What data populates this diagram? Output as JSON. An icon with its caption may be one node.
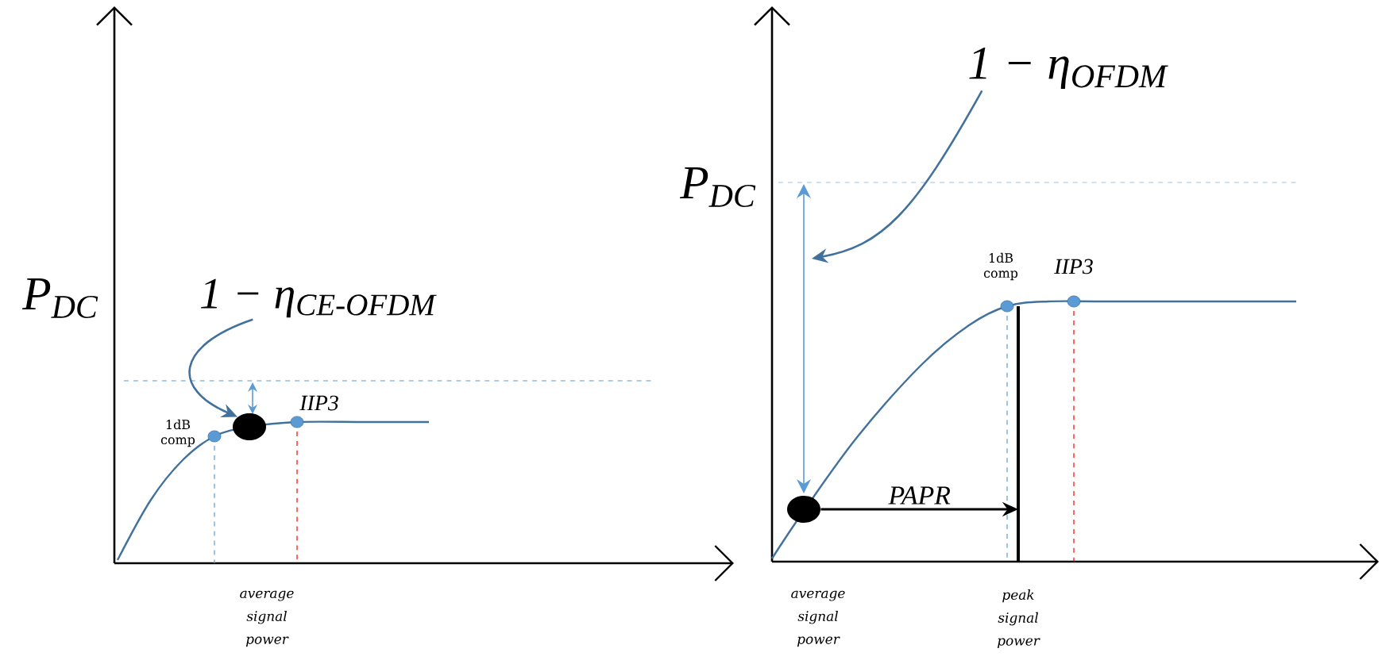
{
  "diagram": {
    "nodes": [
      {
        "text": [
          "1 − η$_{CE-OFDM}$"
        ]
      },
      {
        "text": [],
        "shape": "circle"
      },
      {
        "text": [
          "1 − η$_{OFDM}$"
        ]
      },
      {
        "text": [],
        "shape": "circle"
      }
    ],
    "edges": [
      {
        "from": 0,
        "to": 1,
        "arrow": "to"
      },
      {
        "from": 2,
        "to": null,
        "arrow": "to"
      },
      {
        "from": 3,
        "to": null,
        "arrow": "to",
        "label": "PAPR",
        "color": "#000000"
      }
    ],
    "labels": [
      "P$_{DC}$",
      "1dB comp",
      "IIP3",
      "average signal power",
      "P$_{DC}$",
      "1dB comp",
      "IIP3",
      "average signal power",
      "peak signal power"
    ]
  }
}
